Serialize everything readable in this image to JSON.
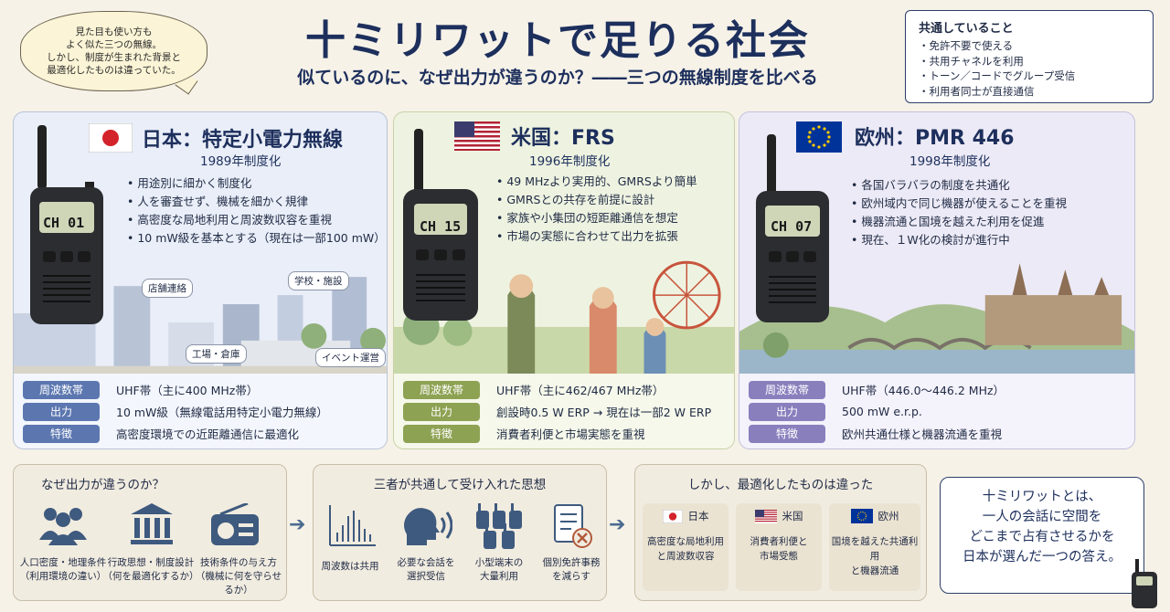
{
  "header": {
    "bubble_lines": [
      "見た目も使い方も",
      "よく似た三つの無線。",
      "しかし、制度が生まれた背景と",
      "最適化したものは違っていた。"
    ],
    "title": "十ミリワットで足りる社会",
    "subtitle": "似ているのに、なぜ出力が違うのか？――三つの無線制度を比べる"
  },
  "common": {
    "title": "共通していること",
    "items": [
      "・免許不要で使える",
      "・共用チャネルを利用",
      "・トーン／コードでグループ受信",
      "・利用者同士が直接通信"
    ]
  },
  "cards": {
    "jp": {
      "title": "日本：特定小電力無線",
      "year": "1989年制度化",
      "channel": "CH 01",
      "bullets": [
        "用途別に細かく制度化",
        "人を審査せず、機械を細かく規律",
        "高密度な局地利用と周波数収容を重視",
        "10 mW級を基本とする（現在は一部100 mW）"
      ],
      "scene_labels": [
        "店舗連絡",
        "学校・施設",
        "工場・倉庫",
        "イベント運営"
      ],
      "specs": [
        {
          "label": "周波数帯",
          "value": "UHF帯（主に400 MHz帯）"
        },
        {
          "label": "出力",
          "value": "10 mW級（無線電話用特定小電力無線）"
        },
        {
          "label": "特徴",
          "value": "高密度環境での近距離通信に最適化"
        }
      ]
    },
    "us": {
      "title": "米国：FRS",
      "year": "1996年制度化",
      "channel": "CH 15",
      "bullets": [
        "49 MHzより実用的、GMRSより簡単",
        "GMRSとの共存を前提に設計",
        "家族や小集団の短距離通信を想定",
        "市場の実態に合わせて出力を拡張"
      ],
      "specs": [
        {
          "label": "周波数帯",
          "value": "UHF帯（主に462/467 MHz帯）"
        },
        {
          "label": "出力",
          "value": "創設時0.5 W ERP → 現在は一部2 W ERP"
        },
        {
          "label": "特徴",
          "value": "消費者利便と市場実態を重視"
        }
      ]
    },
    "eu": {
      "title": "欧州：PMR 446",
      "year": "1998年制度化",
      "channel": "CH 07",
      "bullets": [
        "各国バラバラの制度を共通化",
        "欧州域内で同じ機器が使えることを重視",
        "機器流通と国境を越えた利用を促進",
        "現在、１W化の検討が進行中"
      ],
      "specs": [
        {
          "label": "周波数帯",
          "value": "UHF帯（446.0～446.2 MHz）"
        },
        {
          "label": "出力",
          "value": "500 mW e.r.p."
        },
        {
          "label": "特徴",
          "value": "欧州共通仕様と機器流通を重視"
        }
      ]
    }
  },
  "why": {
    "title": "なぜ出力が違うのか？",
    "items": [
      {
        "icon": "people-icon",
        "lines": [
          "人口密度・地理条件",
          "（利用環境の違い）"
        ]
      },
      {
        "icon": "government-building-icon",
        "lines": [
          "行政思想・制度設計",
          "（何を最適化するか）"
        ]
      },
      {
        "icon": "radio-icon",
        "lines": [
          "技術条件の与え方",
          "（機械に何を守らせるか）"
        ]
      }
    ]
  },
  "shared": {
    "title": "三者が共通して受け入れた思想",
    "items": [
      {
        "icon": "spectrum-icon",
        "lines": [
          "周波数は共用"
        ]
      },
      {
        "icon": "listening-head-icon",
        "lines": [
          "必要な会話を",
          "選択受信"
        ]
      },
      {
        "icon": "handheld-radios-icon",
        "lines": [
          "小型端末の",
          "大量利用"
        ]
      },
      {
        "icon": "license-exempt-icon",
        "lines": [
          "個別免許事務",
          "を減らす"
        ]
      }
    ]
  },
  "optimized": {
    "title": "しかし、最適化したものは違った",
    "cols": [
      {
        "name": "日本",
        "lines": [
          "高密度な局地利用",
          "と周波数収容"
        ]
      },
      {
        "name": "米国",
        "lines": [
          "消費者利便と",
          "市場受態"
        ]
      },
      {
        "name": "欧州",
        "lines": [
          "国境を越えた共通利用",
          "と機器流通"
        ]
      }
    ]
  },
  "conclusion": {
    "lines": [
      "十ミリワットとは、",
      "一人の会話に空間を",
      "どこまで占有させるかを",
      "日本が選んだ一つの答え。"
    ]
  },
  "colors": {
    "navy": "#1d2f5c",
    "jp_accent": "#5c77b0",
    "us_accent": "#8ea253",
    "eu_accent": "#8a7fbd"
  }
}
